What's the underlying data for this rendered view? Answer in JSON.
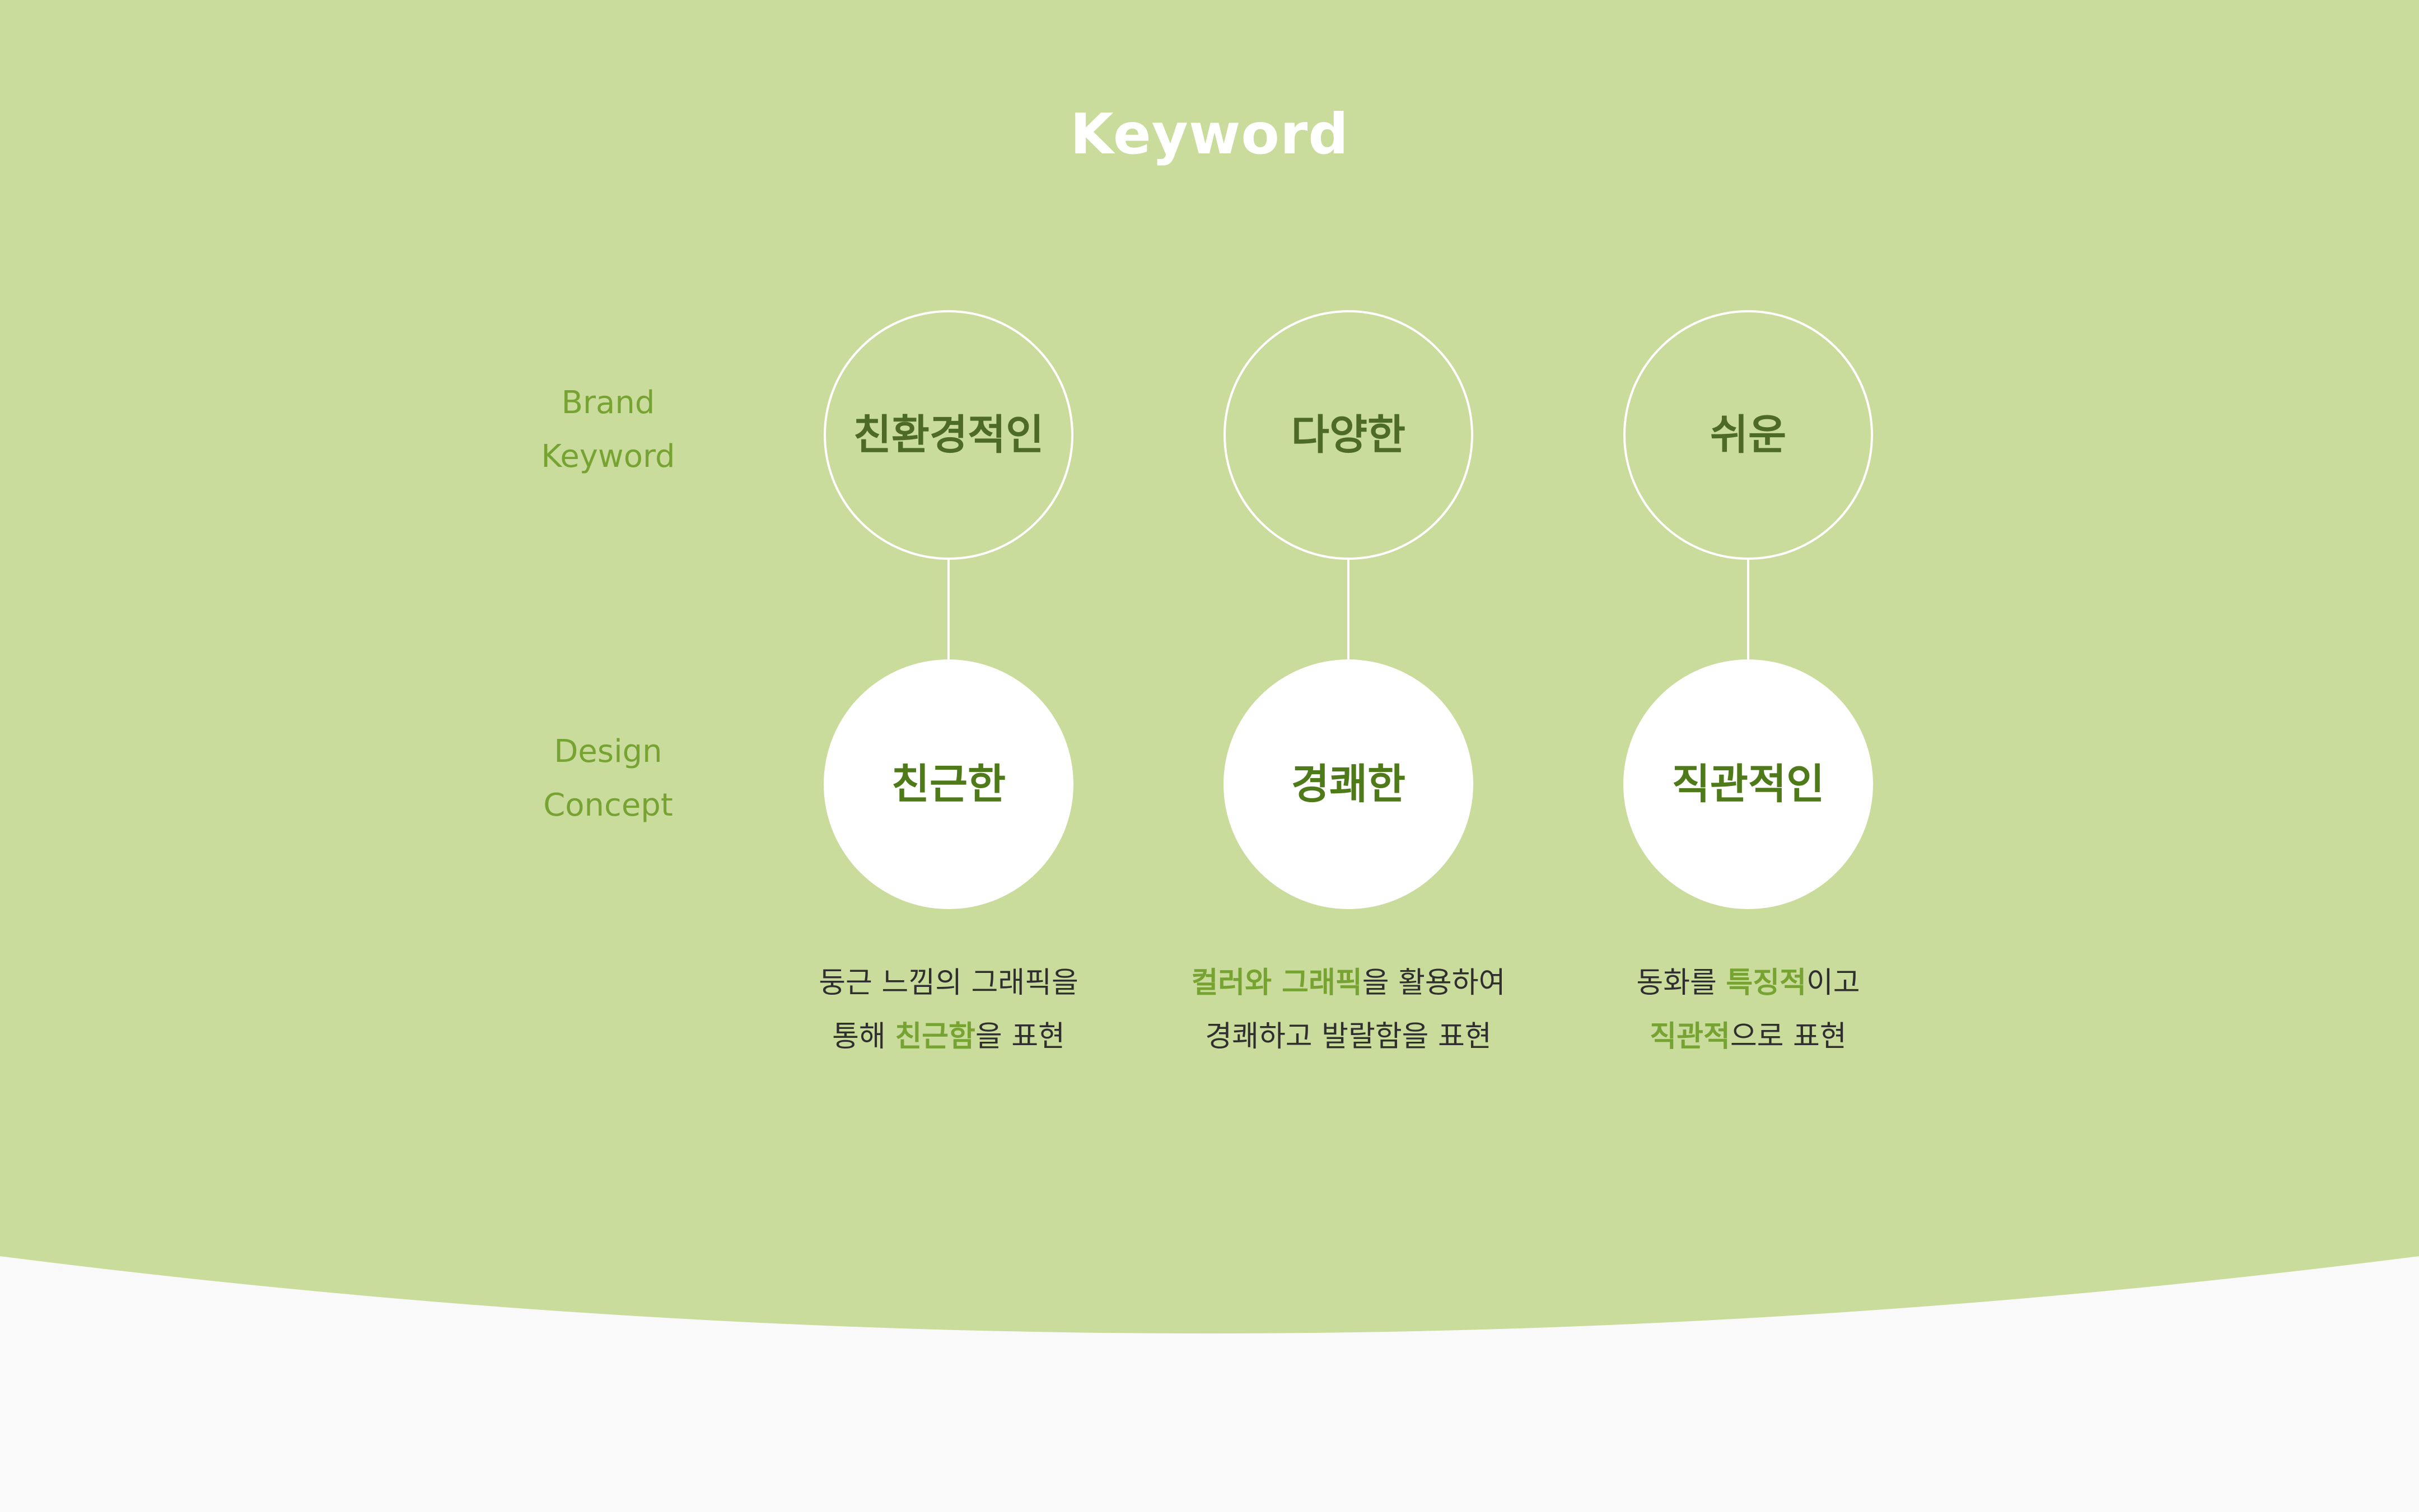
{
  "title": "Keyword",
  "colors": {
    "background": "#c9dc9b",
    "bottom": "#f9f9f9",
    "outline_text": "#4d6a26",
    "filled_text": "#4f7a1a",
    "label": "#76a332",
    "highlight": "#76a332",
    "body_text": "#2f2f2f"
  },
  "labels": {
    "brand": [
      "Brand",
      "Keyword"
    ],
    "design": [
      "Design",
      "Concept"
    ]
  },
  "columns": [
    {
      "brand_keyword": "친환경적인",
      "design_concept": "친근한",
      "desc_line1": {
        "a": "둥근 느낌의 그래픽을",
        "hl": "",
        "b": ""
      },
      "desc_line2": {
        "a": "통해 ",
        "hl": "친근함",
        "b": "을 표현"
      }
    },
    {
      "brand_keyword": "다양한",
      "design_concept": "경쾌한",
      "desc_line1": {
        "a": "",
        "hl": "컬러와 그래픽",
        "b": "을 활용하여"
      },
      "desc_line2": {
        "a": "경쾌하고 발랄함을 표현",
        "hl": "",
        "b": ""
      }
    },
    {
      "brand_keyword": "쉬운",
      "design_concept": "직관적인",
      "desc_line1": {
        "a": "동화를 ",
        "hl": "특징적",
        "b": "이고"
      },
      "desc_line2": {
        "a": "",
        "hl": "직관적",
        "b": "으로 표현"
      }
    }
  ]
}
